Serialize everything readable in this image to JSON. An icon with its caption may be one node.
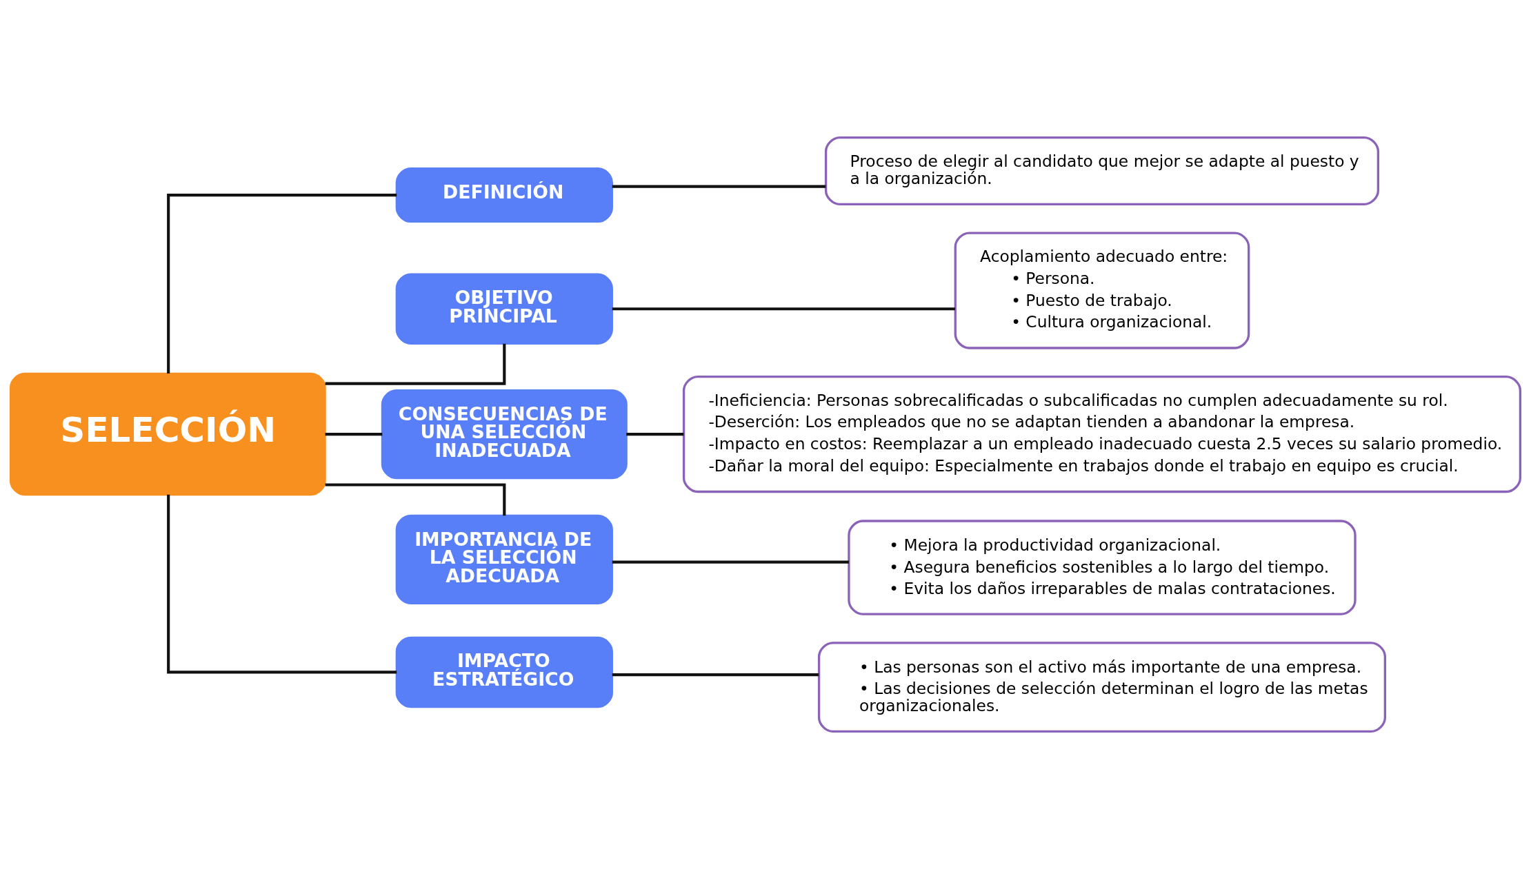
{
  "diagram": {
    "nodes": [
      {
        "text": [
          "SELECCIÓN"
        ]
      },
      {
        "text": [
          "DEFINICIÓN"
        ]
      },
      {
        "text": [
          "Proceso de elegir al candidato que mejor se adapte al puesto y a la organización."
        ]
      },
      {
        "text": [
          "OBJETIVO PRINCIPAL"
        ]
      },
      {
        "text": [
          "Acoplamiento adecuado entre:",
          "• Persona.",
          "• Puesto de trabajo.",
          "• Cultura organizacional."
        ]
      },
      {
        "text": [
          "CONSECUENCIAS DE UNA SELECCIÓN INADECUADA"
        ]
      },
      {
        "text": [
          "-Ineficiencia: Personas sobrecalificadas o subcalificadas no cumplen adecuadamente su rol.",
          "-Deserción: Los empleados que no se adaptan tienden a abandonar la empresa.",
          "-Impacto en costos: Reemplazar a un empleado inadecuado cuesta 2.5 veces su salario promedio.",
          "-Dañar la moral del equipo: Especialmente en trabajos donde el trabajo en equipo es crucial."
        ]
      },
      {
        "text": [
          "IMPORTANCIA DE LA SELECCIÓN ADECUADA"
        ]
      },
      {
        "text": [
          "• Mejora la productividad organizacional.",
          "• Asegura beneficios sostenibles a lo largo del tiempo.",
          "• Evita los daños irreparables de malas contrataciones."
        ]
      },
      {
        "text": [
          "IMPACTO ESTRATÉGICO"
        ]
      },
      {
        "text": [
          "• Las personas son el activo más importante de una empresa.",
          "• Las decisiones de selección determinan el logro de las metas organizacionales."
        ]
      }
    ],
    "edges": [
      {
        "from": 0,
        "to": 1,
        "arrow": "none"
      },
      {
        "from": 1,
        "to": 2,
        "arrow": "none"
      },
      {
        "from": 0,
        "to": 3,
        "arrow": "none"
      },
      {
        "from": 3,
        "to": 4,
        "arrow": "none"
      },
      {
        "from": 0,
        "to": 5,
        "arrow": "none"
      },
      {
        "from": 5,
        "to": 6,
        "arrow": "none"
      },
      {
        "from": 0,
        "to": 7,
        "arrow": "none"
      },
      {
        "from": 7,
        "to": 8,
        "arrow": "none"
      },
      {
        "from": 0,
        "to": 9,
        "arrow": "none"
      },
      {
        "from": 9,
        "to": 10,
        "arrow": "none"
      }
    ]
  }
}
